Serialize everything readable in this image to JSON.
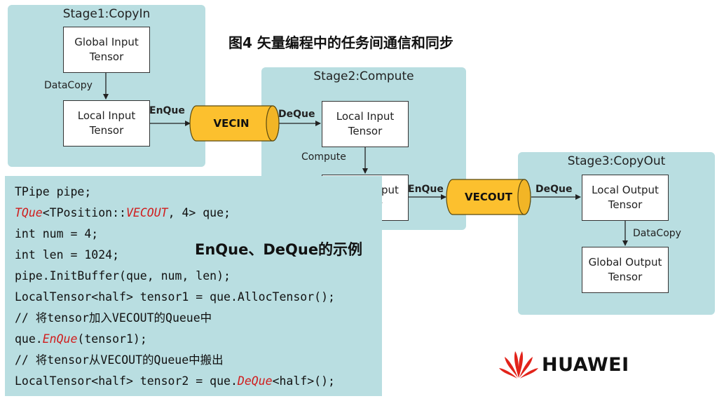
{
  "title": "图4 矢量编程中的任务间通信和同步",
  "stage1": {
    "title": "Stage1:CopyIn",
    "global_input": "Global Input\nTensor",
    "datacopy": "DataCopy",
    "local_input": "Local Input\nTensor"
  },
  "vecin": {
    "enque": "EnQue",
    "name": "VECIN",
    "deque": "DeQue"
  },
  "stage2": {
    "title": "Stage2:Compute",
    "local_input": "Local Input\nTensor",
    "compute": "Compute",
    "local_output": "Local Output\nTensor"
  },
  "vecout": {
    "enque": "EnQue",
    "name": "VECOUT",
    "deque": "DeQue"
  },
  "stage3": {
    "title": "Stage3:CopyOut",
    "local_output": "Local Output\nTensor",
    "datacopy": "DataCopy",
    "global_output": "Global Output\nTensor"
  },
  "example_title": "EnQue、DeQue的示例",
  "code": {
    "l1": "TPipe pipe;",
    "l2a": "TQue",
    "l2b": "<TPosition::",
    "l2c": "VECOUT",
    "l2d": ", 4> que;",
    "l3": "int num = 4;",
    "l4": "int len = 1024;",
    "l5": "pipe.InitBuffer(que, num, len);",
    "l6": "LocalTensor<half> tensor1 = que.AllocTensor();",
    "l7": "// 将tensor加入VECOUT的Queue中",
    "l8a": "que.",
    "l8b": "EnQue",
    "l8c": "(tensor1);",
    "l9": "// 将tensor从VECOUT的Queue中搬出",
    "l10a": "LocalTensor<half> tensor2 = que.",
    "l10b": "DeQue",
    "l10c": "<half>();"
  },
  "brand": {
    "name": "HUAWEI",
    "logo_color": "#e2231a"
  },
  "colors": {
    "stage_bg": "#b9dee1",
    "queue_fill": "#fcc02e",
    "keyword": "#d01c1c"
  }
}
